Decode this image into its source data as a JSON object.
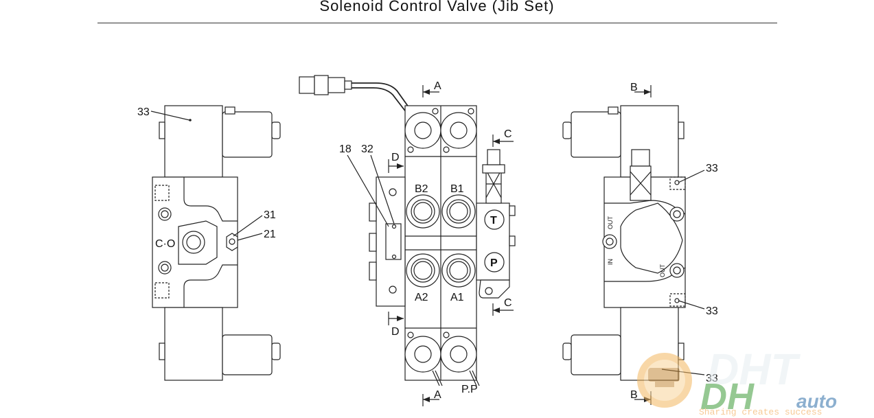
{
  "title": "Solenoid Control Valve (Jib Set)",
  "labels": {
    "l33": "33",
    "l31": "31",
    "l21": "21",
    "l18": "18",
    "l32": "32",
    "co": "C·O",
    "B2": "B2",
    "B1": "B1",
    "A2": "A2",
    "A1": "A1",
    "T": "T",
    "P": "P",
    "A": "A",
    "B": "B",
    "C": "C",
    "D": "D",
    "PP": "P.P",
    "out": "OUT",
    "in": "IN"
  },
  "watermark": {
    "brand": "DHT auto",
    "tagline": "Sharing creates success"
  }
}
